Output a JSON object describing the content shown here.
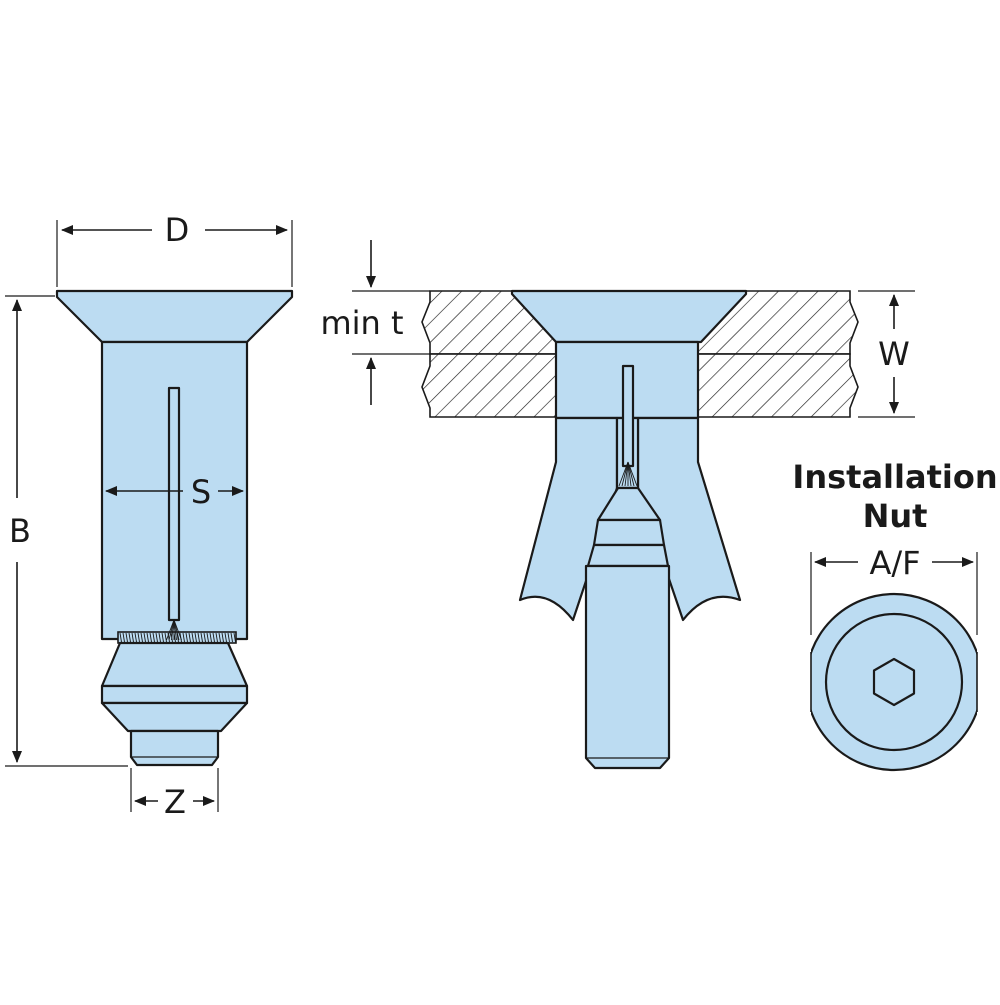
{
  "labels": {
    "D": "D",
    "B": "B",
    "S": "S",
    "Z": "Z",
    "min_t": "min t",
    "W": "W",
    "installation": "Installation",
    "nut": "Nut",
    "AF": "A/F"
  },
  "colors": {
    "part_fill": "#bcdcf2",
    "outline": "#1a1a1a",
    "hatch_bg": "#ffffff"
  }
}
